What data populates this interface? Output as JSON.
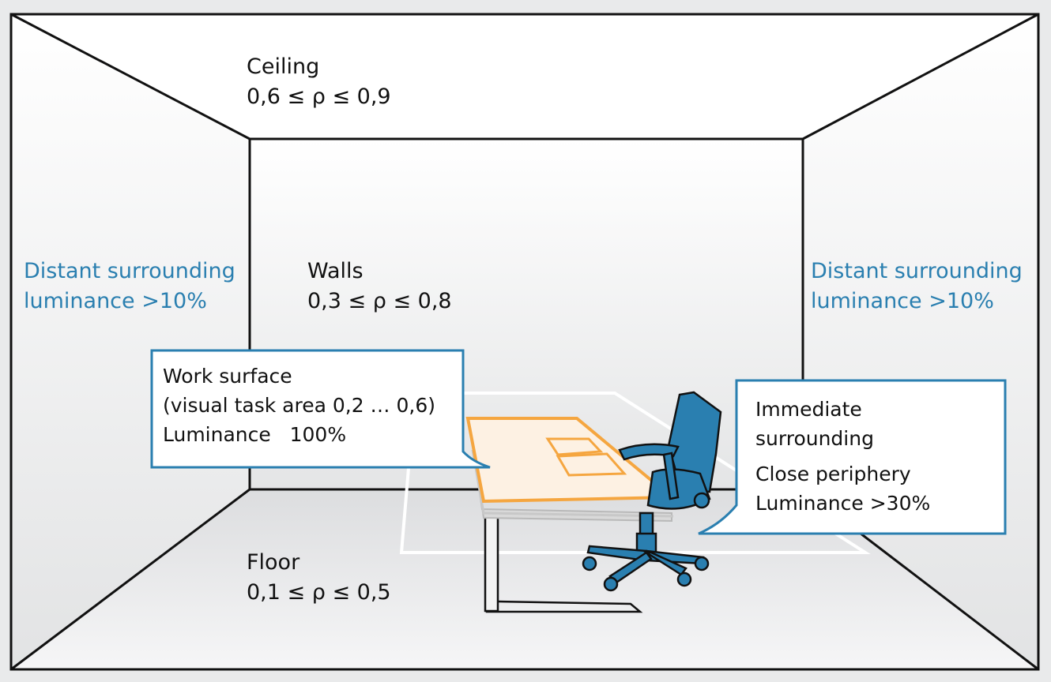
{
  "labels": {
    "ceiling": {
      "title": "Ceiling",
      "value": "0,6 ≤ ρ ≤ 0,9"
    },
    "walls": {
      "title": "Walls",
      "value": "0,3 ≤ ρ ≤ 0,8"
    },
    "floor": {
      "title": "Floor",
      "value": "0,1 ≤ ρ ≤ 0,5"
    },
    "distant_left": {
      "line1": "Distant surrounding",
      "line2": "luminance >10%"
    },
    "distant_right": {
      "line1": "Distant surrounding",
      "line2": "luminance >10%"
    }
  },
  "callouts": {
    "work_surface": {
      "line1": "Work surface",
      "line2": "(visual task area 0,2 … 0,6)",
      "line3": "Luminance   100%"
    },
    "immediate": {
      "line1": "Immediate",
      "line2": "surrounding",
      "line3": "Close periphery",
      "line4": "Luminance >30%"
    }
  },
  "colors": {
    "accent_blue": "#2a7fb0",
    "desk_orange": "#f5a640",
    "desk_fill": "#fdf1e3",
    "chair_blue": "#2a7fb0",
    "outline": "#111111"
  }
}
